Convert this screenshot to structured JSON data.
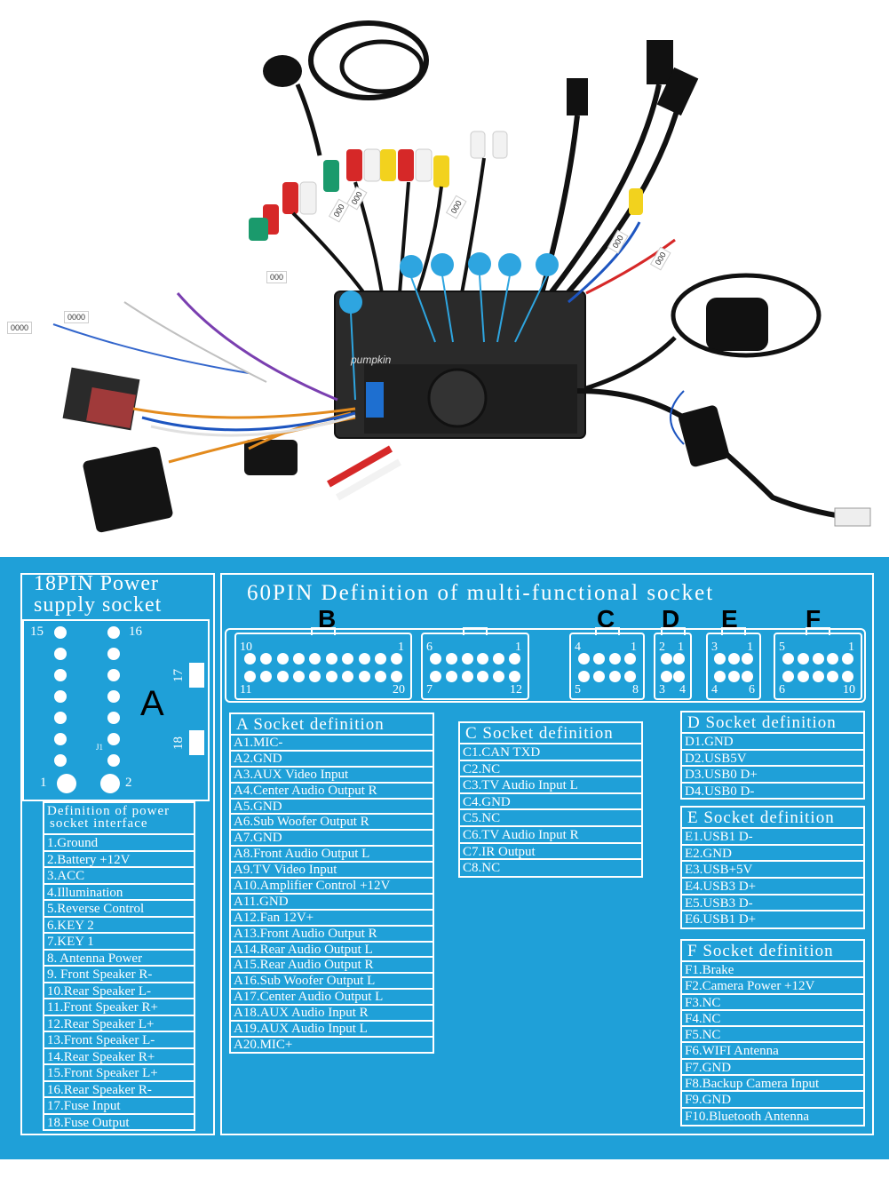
{
  "photo": {
    "brand": "pumpkin",
    "wire_tags": [
      "0000",
      "0000",
      "000",
      "000",
      "000",
      "000",
      "000",
      "000"
    ]
  },
  "colors": {
    "panel_blue": "#1fa0d8",
    "marker_blue": "#2ea5e0",
    "rca_red": "#d62828",
    "rca_white": "#f2f2f2",
    "rca_yellow": "#f2d21e",
    "rca_green": "#1a9a6c"
  },
  "power_socket": {
    "title": "18PIN Power\nsupply socket",
    "letter": "A",
    "pin_15": "15",
    "pin_16": "16",
    "pin_1": "1",
    "pin_2": "2",
    "pin_17": "17",
    "pin_18": "18",
    "j1": "J1"
  },
  "power_def": {
    "title_line1": "Definition of power",
    "title_line2": "socket interface",
    "rows": [
      "1.Ground",
      "2.Battery +12V",
      "3.ACC",
      "4.Illumination",
      "5.Reverse Control",
      "6.KEY 2",
      "7.KEY 1",
      "8. Antenna Power",
      "9. Front Speaker R-",
      "10.Rear Speaker L-",
      "11.Front Speaker R+",
      "12.Rear Speaker L+",
      "13.Front Speaker L-",
      "14.Rear Speaker R+",
      "15.Front Speaker L+",
      "16.Rear Speaker R-",
      "17.Fuse Input",
      "18.Fuse Output"
    ]
  },
  "socket60": {
    "title": "60PIN Definition of multi-functional socket",
    "letters": {
      "B": "B",
      "C": "C",
      "D": "D",
      "E": "E",
      "F": "F"
    },
    "B_left": {
      "tl": "10",
      "tr": "1",
      "bl": "11",
      "br": "20"
    },
    "B_right": {
      "tl": "6",
      "tr": "1",
      "bl": "7",
      "br": "12"
    },
    "C": {
      "tl": "4",
      "tr": "1",
      "bl": "5",
      "br": "8"
    },
    "D": {
      "tl": "2",
      "tr": "1",
      "bl": "3",
      "br": "4"
    },
    "E": {
      "tl": "3",
      "tr": "1",
      "bl": "4",
      "br": "6"
    },
    "F": {
      "tl": "5",
      "tr": "1",
      "bl": "6",
      "br": "10"
    }
  },
  "a_def": {
    "title": "A Socket definition",
    "rows": [
      "A1.MIC-",
      "A2.GND",
      "A3.AUX Video Input",
      "A4.Center Audio Output R",
      "A5.GND",
      "A6.Sub Woofer Output R",
      "A7.GND",
      "A8.Front Audio Output L",
      "A9.TV Video Input",
      "A10.Amplifier Control +12V",
      "A11.GND",
      "A12.Fan 12V+",
      "A13.Front Audio Output R",
      "A14.Rear Audio Output L",
      "A15.Rear Audio Output R",
      "A16.Sub Woofer Output L",
      "A17.Center Audio Output L",
      "A18.AUX Audio Input R",
      "A19.AUX Audio Input L",
      "A20.MIC+"
    ]
  },
  "c_def": {
    "title": "C Socket definition",
    "rows": [
      "C1.CAN TXD",
      "C2.NC",
      "C3.TV Audio Input L",
      "C4.GND",
      "C5.NC",
      "C6.TV Audio Input R",
      "C7.IR Output",
      "C8.NC"
    ]
  },
  "d_def": {
    "title": "D Socket definition",
    "rows": [
      "D1.GND",
      "D2.USB5V",
      "D3.USB0 D+",
      "D4.USB0 D-"
    ]
  },
  "e_def": {
    "title": "E Socket definition",
    "rows": [
      "E1.USB1 D-",
      "E2.GND",
      "E3.USB+5V",
      "E4.USB3 D+",
      "E5.USB3 D-",
      "E6.USB1 D+"
    ]
  },
  "f_def": {
    "title": "F Socket definition",
    "rows": [
      "F1.Brake",
      "F2.Camera Power +12V",
      "F3.NC",
      "F4.NC",
      "F5.NC",
      "F6.WIFI Antenna",
      "F7.GND",
      "F8.Backup Camera Input",
      "F9.GND",
      "F10.Bluetooth Antenna"
    ]
  }
}
